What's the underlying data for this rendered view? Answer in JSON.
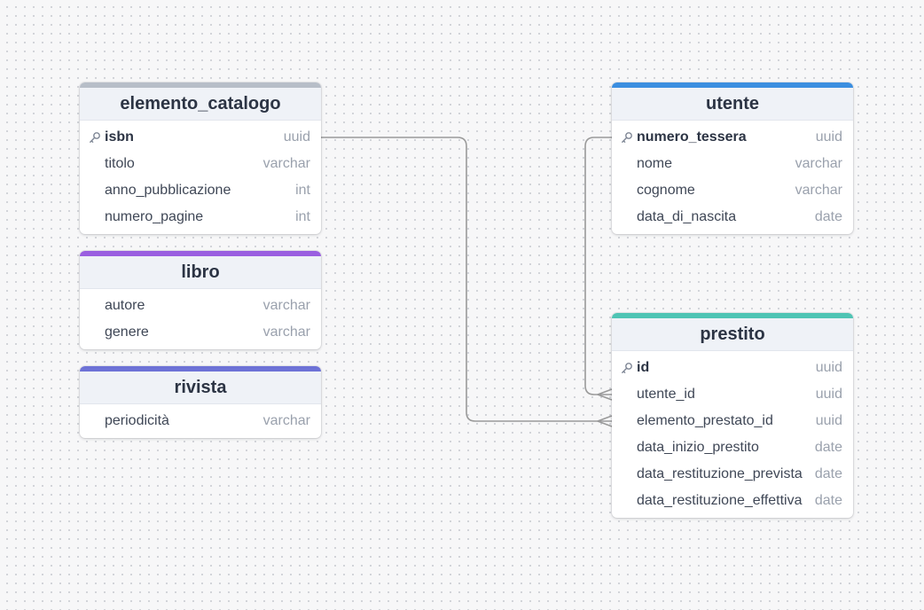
{
  "colors": {
    "elemento_catalogo": "#b7bec8",
    "libro": "#9a5fe0",
    "rivista": "#6d72d6",
    "utente": "#3b8ee0",
    "prestito": "#4fc4b4",
    "link": "#9a9a9a"
  },
  "icons": {
    "primary_key": "key-icon"
  },
  "tables": {
    "elemento_catalogo": {
      "name": "elemento_catalogo",
      "fields": [
        {
          "name": "isbn",
          "type": "uuid",
          "pk": true
        },
        {
          "name": "titolo",
          "type": "varchar"
        },
        {
          "name": "anno_pubblicazione",
          "type": "int"
        },
        {
          "name": "numero_pagine",
          "type": "int"
        }
      ]
    },
    "libro": {
      "name": "libro",
      "fields": [
        {
          "name": "autore",
          "type": "varchar"
        },
        {
          "name": "genere",
          "type": "varchar"
        }
      ]
    },
    "rivista": {
      "name": "rivista",
      "fields": [
        {
          "name": "periodicità",
          "type": "varchar"
        }
      ]
    },
    "utente": {
      "name": "utente",
      "fields": [
        {
          "name": "numero_tessera",
          "type": "uuid",
          "pk": true
        },
        {
          "name": "nome",
          "type": "varchar"
        },
        {
          "name": "cognome",
          "type": "varchar"
        },
        {
          "name": "data_di_nascita",
          "type": "date"
        }
      ]
    },
    "prestito": {
      "name": "prestito",
      "fields": [
        {
          "name": "id",
          "type": "uuid",
          "pk": true
        },
        {
          "name": "utente_id",
          "type": "uuid"
        },
        {
          "name": "elemento_prestato_id",
          "type": "uuid"
        },
        {
          "name": "data_inizio_prestito",
          "type": "date"
        },
        {
          "name": "data_restituzione_prevista",
          "type": "date"
        },
        {
          "name": "data_restituzione_effettiva",
          "type": "date"
        }
      ]
    }
  },
  "relations": [
    {
      "from": "elemento_catalogo.isbn",
      "to": "prestito.elemento_prestato_id",
      "cardinality": "one-to-many"
    },
    {
      "from": "utente.numero_tessera",
      "to": "prestito.utente_id",
      "cardinality": "one-to-many"
    }
  ]
}
